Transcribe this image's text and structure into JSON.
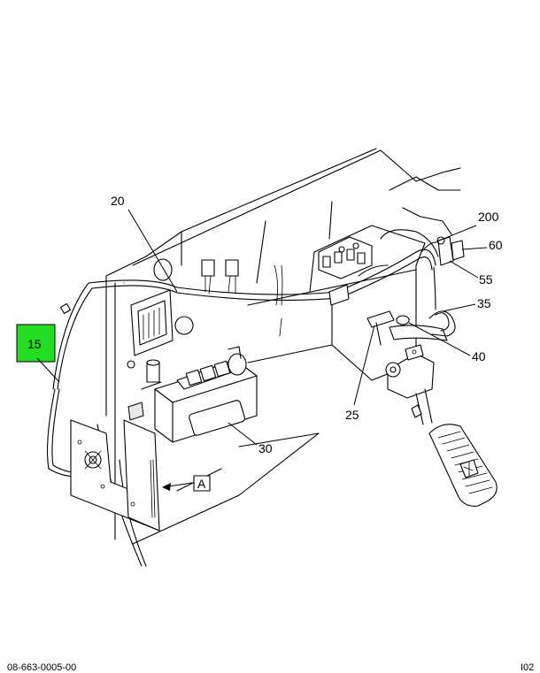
{
  "callouts": {
    "c15": "15",
    "c20": "20",
    "c200": "200",
    "c60": "60",
    "c55": "55",
    "c35": "35",
    "c40": "40",
    "c25": "25",
    "c30": "30",
    "cA": "A"
  },
  "highlight_color": "#22dd22",
  "footer": {
    "left": "08-663-0005-00",
    "right": "I02"
  }
}
